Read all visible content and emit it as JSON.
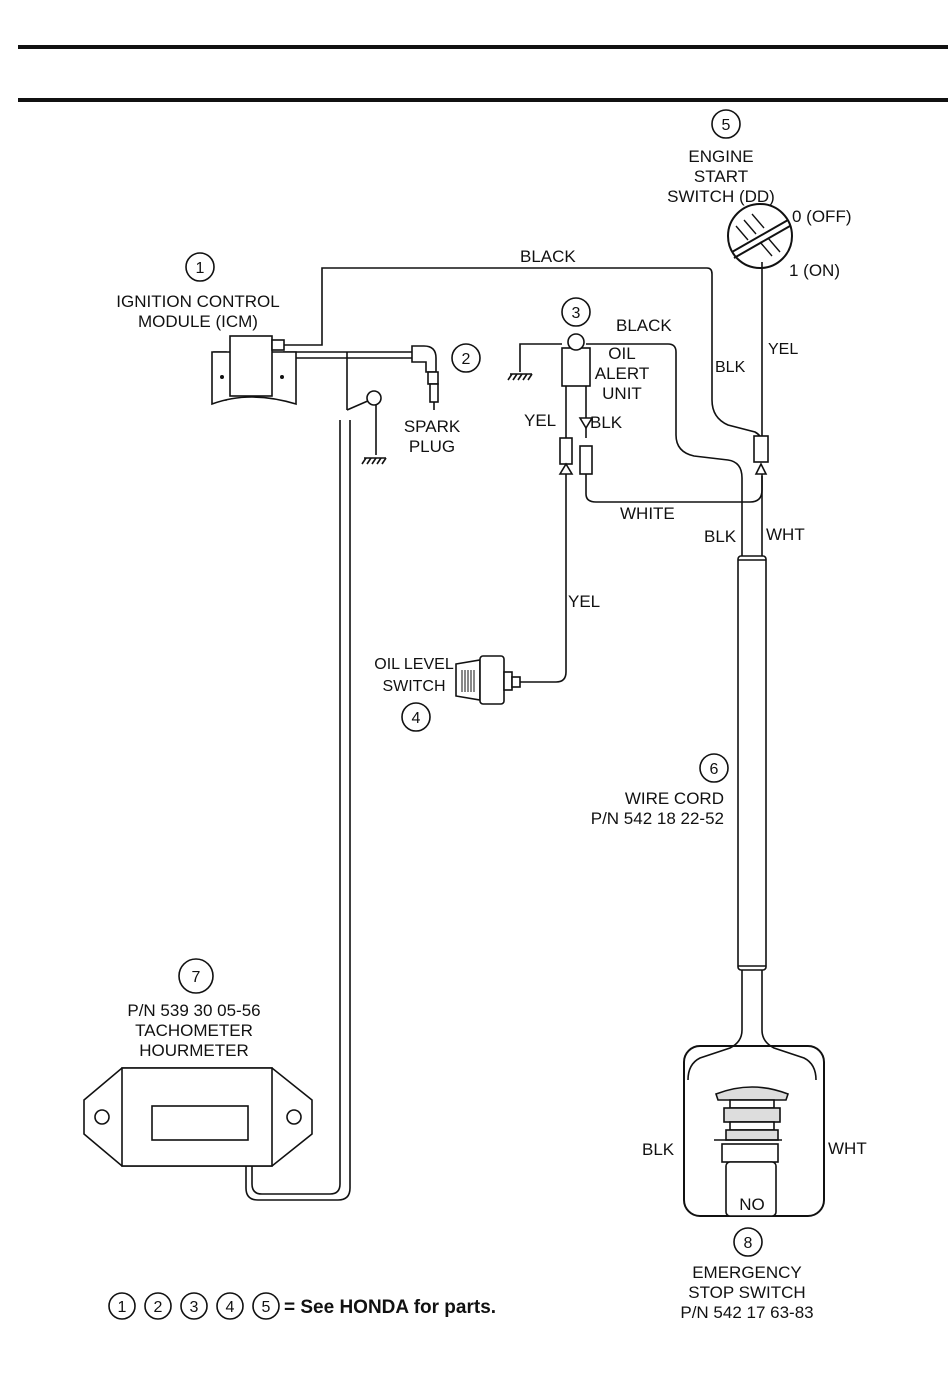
{
  "components": {
    "icm": {
      "number": "1",
      "line1": "IGNITION CONTROL",
      "line2": "MODULE (ICM)"
    },
    "spark_plug": {
      "number": "2",
      "line1": "SPARK",
      "line2": "PLUG"
    },
    "oil_alert": {
      "number": "3",
      "line1": "OIL",
      "line2": "ALERT",
      "line3": "UNIT"
    },
    "oil_level": {
      "number": "4",
      "line1": "OIL LEVEL",
      "line2": "SWITCH"
    },
    "start_switch": {
      "number": "5",
      "line1": "ENGINE",
      "line2": "START",
      "line3": "SWITCH (DD)",
      "off": "0 (OFF)",
      "on": "1 (ON)"
    },
    "wire_cord": {
      "number": "6",
      "line1": "WIRE CORD",
      "line2": "P/N 542 18 22-52"
    },
    "tachometer": {
      "number": "7",
      "line1": "P/N 539 30 05-56",
      "line2": "TACHOMETER",
      "line3": "HOURMETER"
    },
    "emergency_stop": {
      "number": "8",
      "line1": "EMERGENCY",
      "line2": "STOP SWITCH",
      "line3": "P/N 542 17 63-83",
      "contact": "NO"
    }
  },
  "wires": {
    "black_top": "BLACK",
    "black_oil": "BLACK",
    "white": "WHITE",
    "blk_switch": "BLK",
    "yel_switch": "YEL",
    "yel_oil": "YEL",
    "blk_oil": "BLK",
    "blk_cord": "BLK",
    "wht_cord": "WHT",
    "yel_level": "YEL",
    "blk_estop": "BLK",
    "wht_estop": "WHT"
  },
  "footer": {
    "numbers": [
      "1",
      "2",
      "3",
      "4",
      "5"
    ],
    "text": "= See HONDA for parts."
  }
}
